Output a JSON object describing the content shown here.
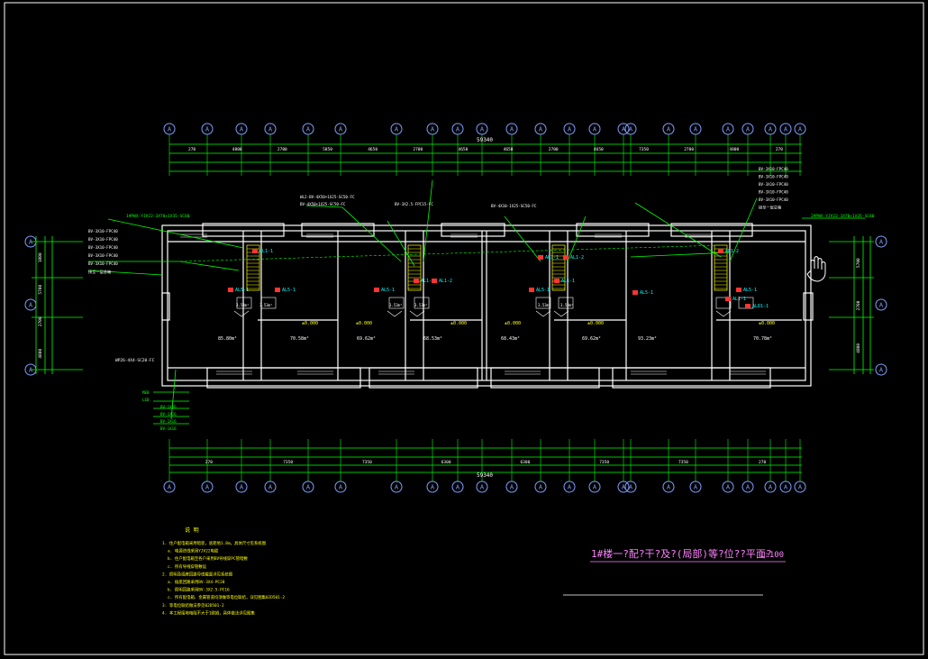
{
  "title": {
    "main": "1#楼一?配?干?及?(局部)等?位??平面?",
    "scale": "1:100"
  },
  "notes": {
    "heading": "说 明",
    "lines": [
      "1. 住户配电箱采用暗装，底距地1.8m，具体尺寸见系统图",
      "a. 电源进线采用YJV22电缆",
      "b. 住户配电箱至各户采用BV导线穿PC管暗敷",
      "c. 所有导线穿管敷设",
      "2. 照明及插座回路导线截面详见系统图",
      "a. 插座回路采用BV-3X4-PC20",
      "b. 照明回路采用BV-3X2.5-PC16",
      "c. 所有配电箱、金属管道均须做等电位联结，详见图集02D501-2",
      "3. 等电位联结做法参见02D501-2",
      "4. 本工程接地电阻不大于1欧姆，具体做法详见图集"
    ]
  },
  "dimensions": {
    "top_total": "59340",
    "bottom_total": "59340",
    "top_row": [
      "270",
      "4800",
      "2700",
      "5850",
      "4650",
      "2700",
      "4650",
      "4650",
      "2700",
      "4650",
      "7350",
      "2700",
      "4800",
      "270"
    ],
    "bottom_row": [
      "270",
      "7350",
      "7350",
      "6300",
      "6300",
      "7350",
      "7350",
      "270"
    ],
    "left_side": [
      "1800",
      "5700",
      "2700",
      "4800"
    ],
    "right_side": [
      "5700",
      "2700",
      "4800"
    ]
  },
  "labels": {
    "panel_tags": [
      "AL1-1",
      "AL1-2",
      "AL1-2",
      "AL1-1",
      "AL1-1",
      "AL1-2",
      "AL1-2",
      "AL1-1",
      "AL5-1",
      "AL5-1",
      "AL5-1",
      "AL5-1",
      "AL5-1",
      "AL5-1",
      "ALD1-1"
    ],
    "feeder_left": "1#PWX-YJV22-3X70+1X35-SC80",
    "feeder_right": "2#PWX-YJV22-3X70+1X35-SC80",
    "feeder_bottom": "WP26-4X4-SC20-FC",
    "circuits": [
      "BV-3X10-FPC40",
      "BV-3X10-FPC40",
      "BV-3X10-FPC40",
      "BV-3X10-FPC40",
      "BV-3X10-FPC40",
      "接至一层总箱"
    ],
    "mid_circuits": [
      "WL2-BV-4X50+1X25-SC50-FC",
      "BV-4X50+1X25-SC50-FC",
      "BV-3X2.5-FPC15-FC",
      "BV-4X10-1X25-SC50-FC"
    ],
    "area_labels": [
      "85.80m²",
      "70.58m²",
      "69.62m²",
      "68.53m²",
      "68.43m²",
      "69.62m²",
      "93.23m²",
      "70.78m²"
    ],
    "levels": [
      "±0.000",
      "±0.000",
      "±0.000",
      "±0.000",
      "±0.000",
      "±0.000"
    ],
    "small_areas": [
      "3.53m²",
      "3.53m²",
      "3.53m²",
      "3.53m²",
      "3.53m²",
      "3.53m²"
    ],
    "legend_small": [
      "MEB",
      "LEB",
      "BV-1X16",
      "BV-1X16",
      "BV-1X16",
      "BV-1X16"
    ]
  },
  "grid": {
    "top_axes": [
      "A",
      "A",
      "A",
      "A",
      "A",
      "A",
      "A",
      "A",
      "A",
      "A",
      "A",
      "A",
      "A",
      "A",
      "A",
      "A",
      "A",
      "A",
      "A",
      "A",
      "A",
      "A",
      "A"
    ],
    "bottom_axes": [
      "A",
      "A",
      "A",
      "A",
      "A",
      "A",
      "A",
      "A",
      "A",
      "A",
      "A",
      "A",
      "A",
      "A",
      "A",
      "A",
      "A",
      "A",
      "A",
      "A",
      "A",
      "A",
      "A"
    ],
    "left_axes": [
      "A",
      "A",
      "A"
    ],
    "right_axes": [
      "A",
      "A",
      "A"
    ]
  },
  "colors": {
    "background": "#000000",
    "wall": "#ffffff",
    "dimension": "#00ff00",
    "axis": "#7f9fff",
    "text_yellow": "#ffff00",
    "wiring": "#00ff00",
    "panel": "#ff3333",
    "title": "#ff80ff",
    "stair": "#ffff00"
  }
}
